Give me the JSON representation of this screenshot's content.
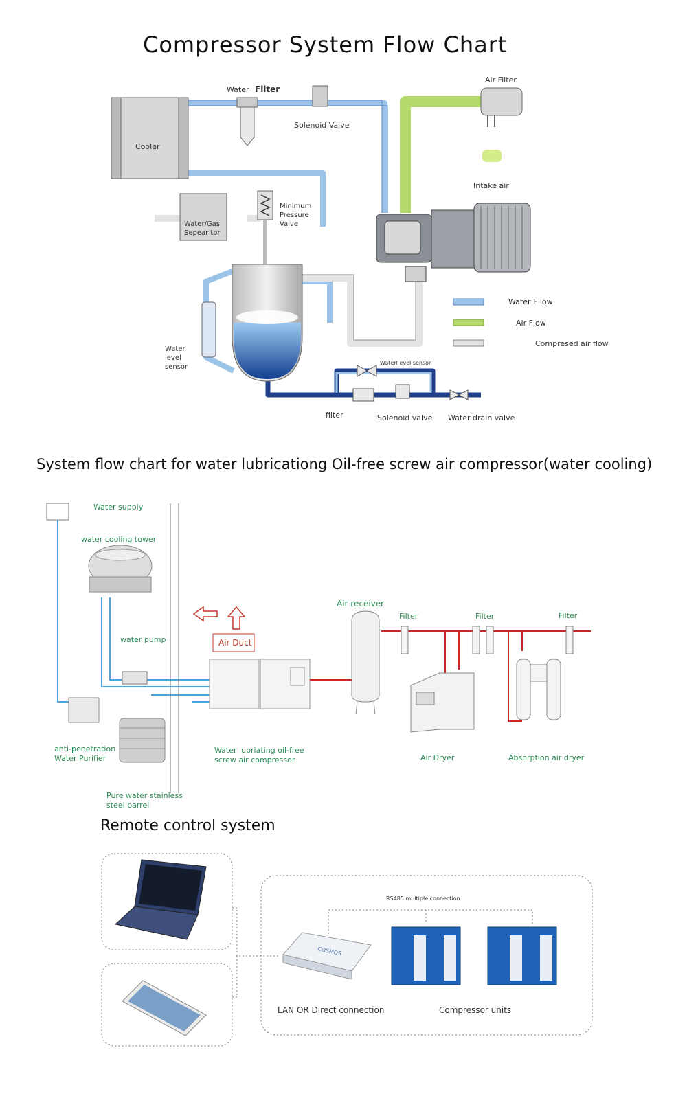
{
  "diagram1": {
    "title": "Compressor   System   Flow   Chart",
    "labels": {
      "water_filter_a": "Water",
      "water_filter_b": "Filter",
      "cooler": "Cooler",
      "solenoid_valve_top": "Solenoid Valve",
      "air_filter": "Air Filter",
      "intake_air": "Intake air",
      "separator": "Water/Gas\nSepear tor",
      "min_pressure_valve": "Minimum\nPressure\nValve",
      "water_level_sensor": "Water\nlevel\nsensor",
      "water_level_sensor_2": "Waterl evel sensor",
      "filter": "filter",
      "solenoid_valve_bottom": "Solenoid valve",
      "water_drain_valve": "Water drain valve"
    },
    "legend": [
      {
        "label": "Water F low",
        "color": "#9cc3e8"
      },
      {
        "label": "Air Flow",
        "color": "#b5d96a"
      },
      {
        "label": "Compresed air flow",
        "color": "#e3e3e3"
      }
    ]
  },
  "diagram2": {
    "title": "System flow chart for water lubricationg Oil-free screw air compressor(water cooling)",
    "labels": {
      "water_supply": "Water supply",
      "cooling_tower": "water cooling tower",
      "water_pump": "water pump",
      "air_duct": "Air Duct",
      "air_receiver": "Air receiver",
      "filter_1": "Filter",
      "filter_2": "Filter",
      "filter_3": "Filter",
      "purifier": "anti-penetration\nWater Purifier",
      "compressor": "Water lubriating oil-free\nscrew air compressor",
      "air_dryer": "Air Dryer",
      "absorption_dryer": "Absorption air dryer",
      "barrel": "Pure water stainless\nsteel barrel"
    }
  },
  "remote": {
    "title": "Remote control system",
    "rs485": "RS485 multiple connection",
    "lan": "LAN OR Direct connection",
    "units": "Compressor units",
    "brand": "COSMOS"
  },
  "colors": {
    "water_pipe": "#9cc3e8",
    "air_pipe": "#b5d96a",
    "compressed_pipe": "#e3e3e3",
    "dark_water": "#1f3f8a",
    "red_pipe": "#c62828",
    "green_text": "#2e8b57",
    "unit_blue": "#1e63b8"
  }
}
